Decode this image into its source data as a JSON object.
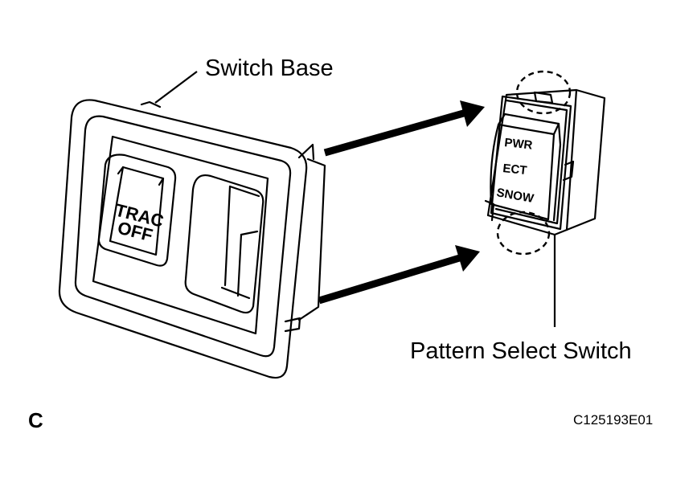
{
  "labels": {
    "switch_base": "Switch Base",
    "pattern_select_switch": "Pattern Select Switch"
  },
  "button_text": {
    "trac_line1": "TRAC",
    "trac_line2": "OFF"
  },
  "switch_positions": {
    "pwr": "PWR",
    "ect": "ECT",
    "snow": "SNOW"
  },
  "figure": {
    "corner_letter": "C",
    "reference_code": "C125193E01"
  }
}
